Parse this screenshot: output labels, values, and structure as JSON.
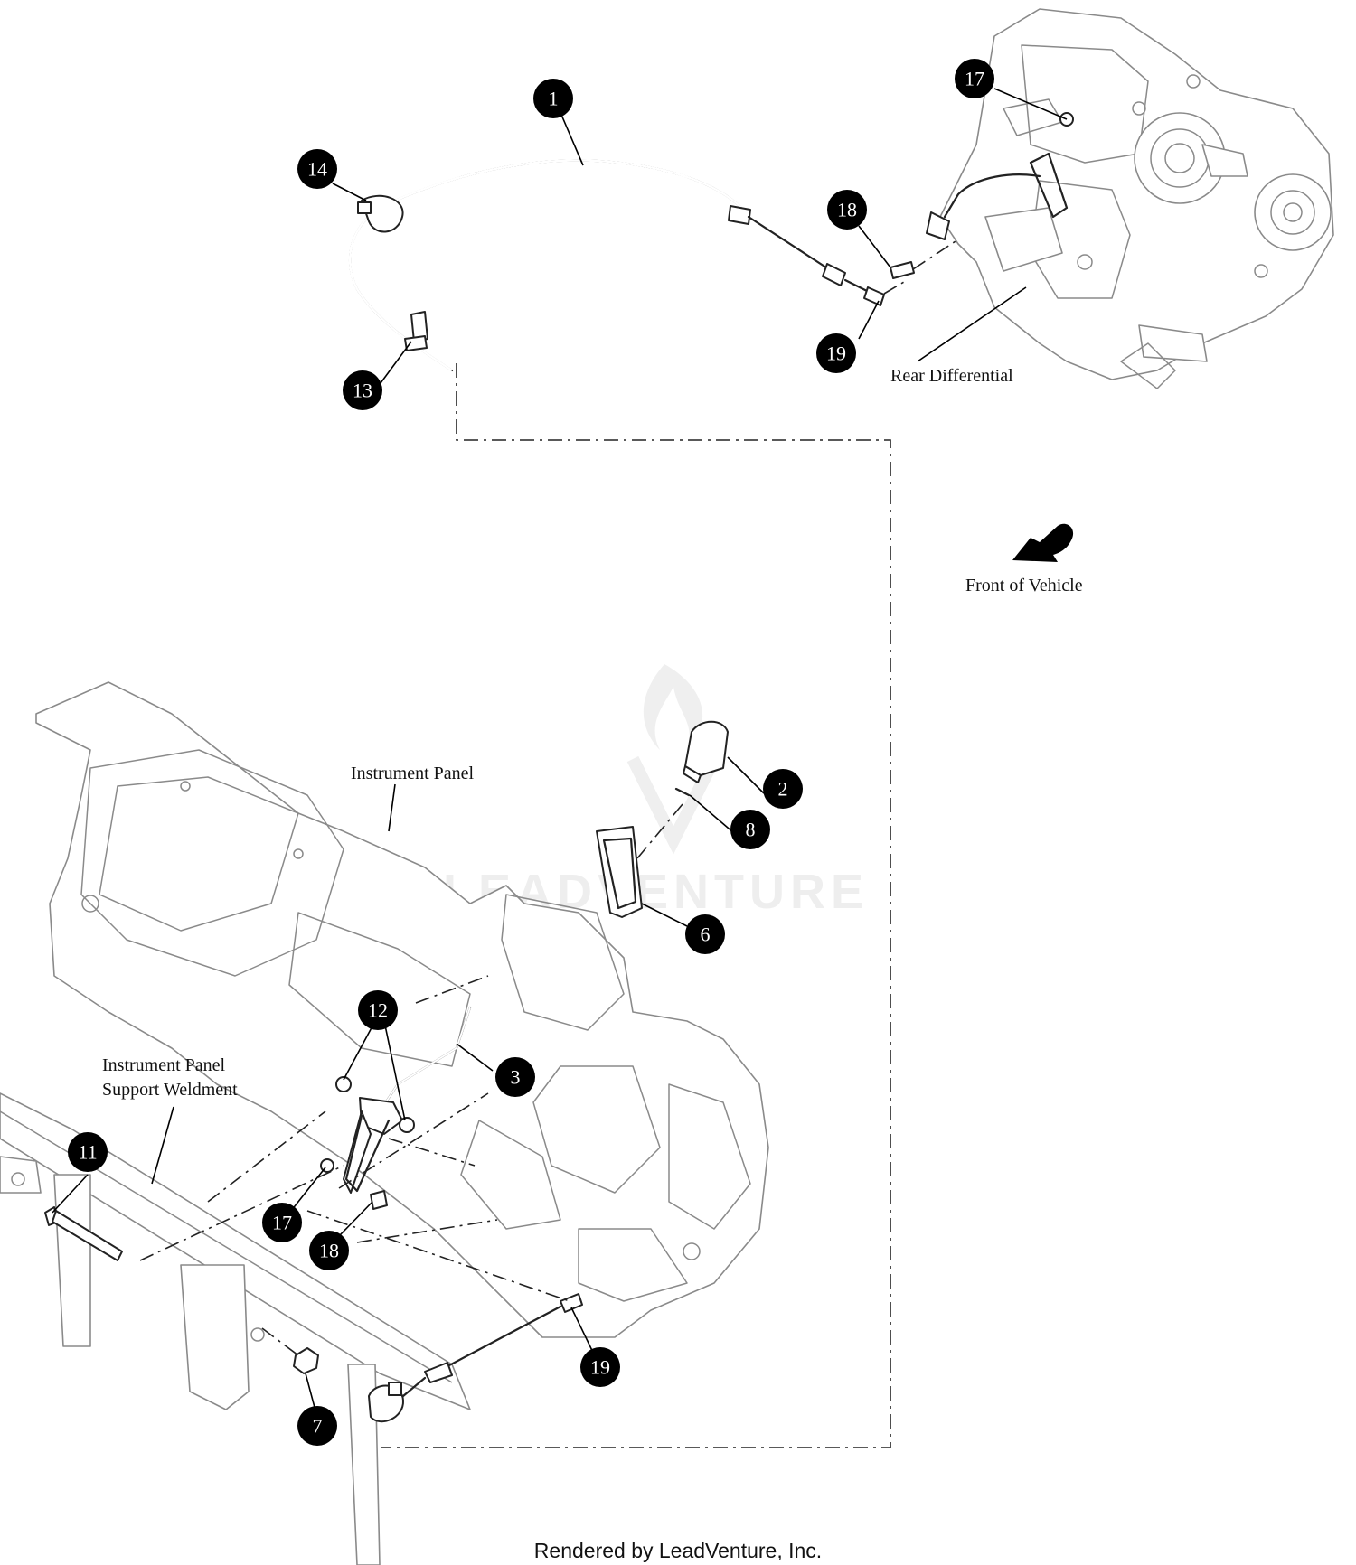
{
  "callouts": [
    "1",
    "2",
    "3",
    "6",
    "7",
    "8",
    "11",
    "12",
    "13",
    "14",
    "17",
    "17",
    "18",
    "18",
    "19",
    "19"
  ],
  "labels": {
    "rear_differential": "Rear Differential",
    "front_of_vehicle": "Front of Vehicle",
    "instrument_panel": "Instrument Panel",
    "support_weldment_line1": "Instrument Panel",
    "support_weldment_line2": "Support Weldment"
  },
  "watermark": "LEADVENTURE",
  "footer": "Rendered by LeadVenture, Inc."
}
